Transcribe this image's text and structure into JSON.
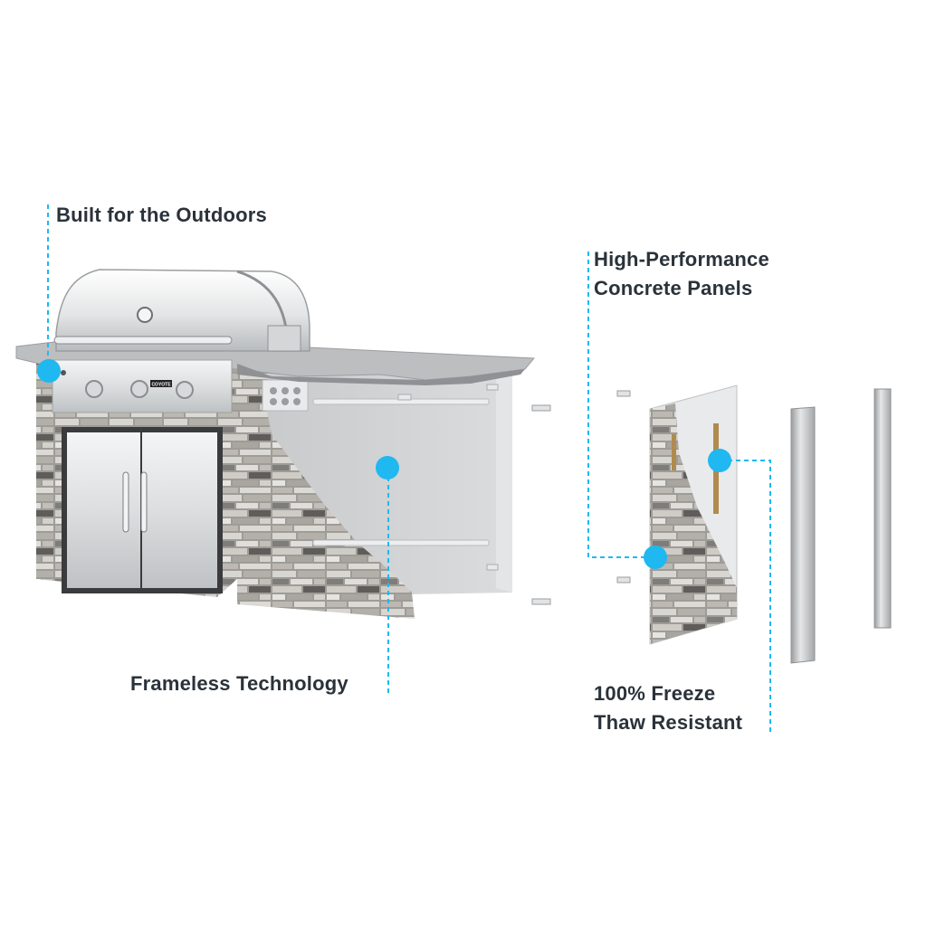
{
  "callouts": {
    "built_for_outdoors": {
      "text": "Built for the Outdoors"
    },
    "high_performance_panels": {
      "line1": "High-Performance",
      "line2": "Concrete Panels"
    },
    "frameless_technology": {
      "text": "Frameless Technology"
    },
    "freeze_thaw": {
      "line1": "100% Freeze",
      "line2": "Thaw Resistant"
    }
  },
  "grill_badge": "COYOTE",
  "colors": {
    "marker": "#1fb8f0",
    "leader_line": "#1fb8f0",
    "label_text": "#2a323a",
    "steel": "#d9dbdd",
    "panel_gray": "#cfd1d3",
    "countertop": "#b9babc",
    "stone_light": "#c9c6c0",
    "stone_dark": "#6e6c68"
  }
}
